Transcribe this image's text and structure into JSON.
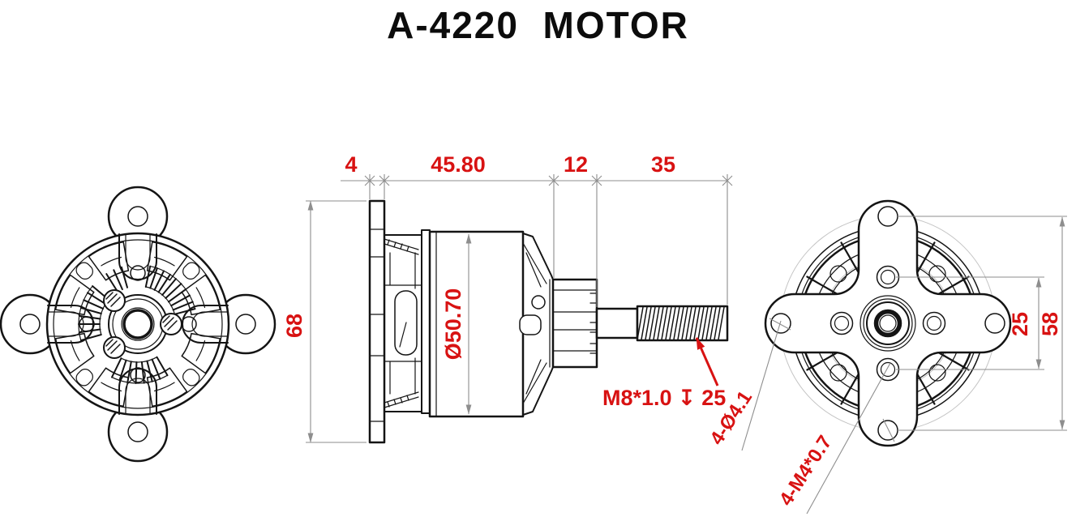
{
  "title": "A-4220  MOTOR",
  "colors": {
    "dimension_red": "#D81212",
    "line_black": "#141414",
    "dimension_gray": "#8E8E8E"
  },
  "side_view": {
    "top_dims": [
      "4",
      "45.80",
      "12",
      "35"
    ],
    "plate_height": "68",
    "bell_diameter": "Ø50.70",
    "thread_callout": "M8*1.0",
    "thread_depth_symbol": "↧",
    "thread_depth": "25"
  },
  "rear_view": {
    "screw_circle_spacing": "25",
    "mount_hole_spacing": "58",
    "mount_holes_callout": "4-Ø4.1",
    "screw_holes_callout": "4-M4*0.7"
  }
}
